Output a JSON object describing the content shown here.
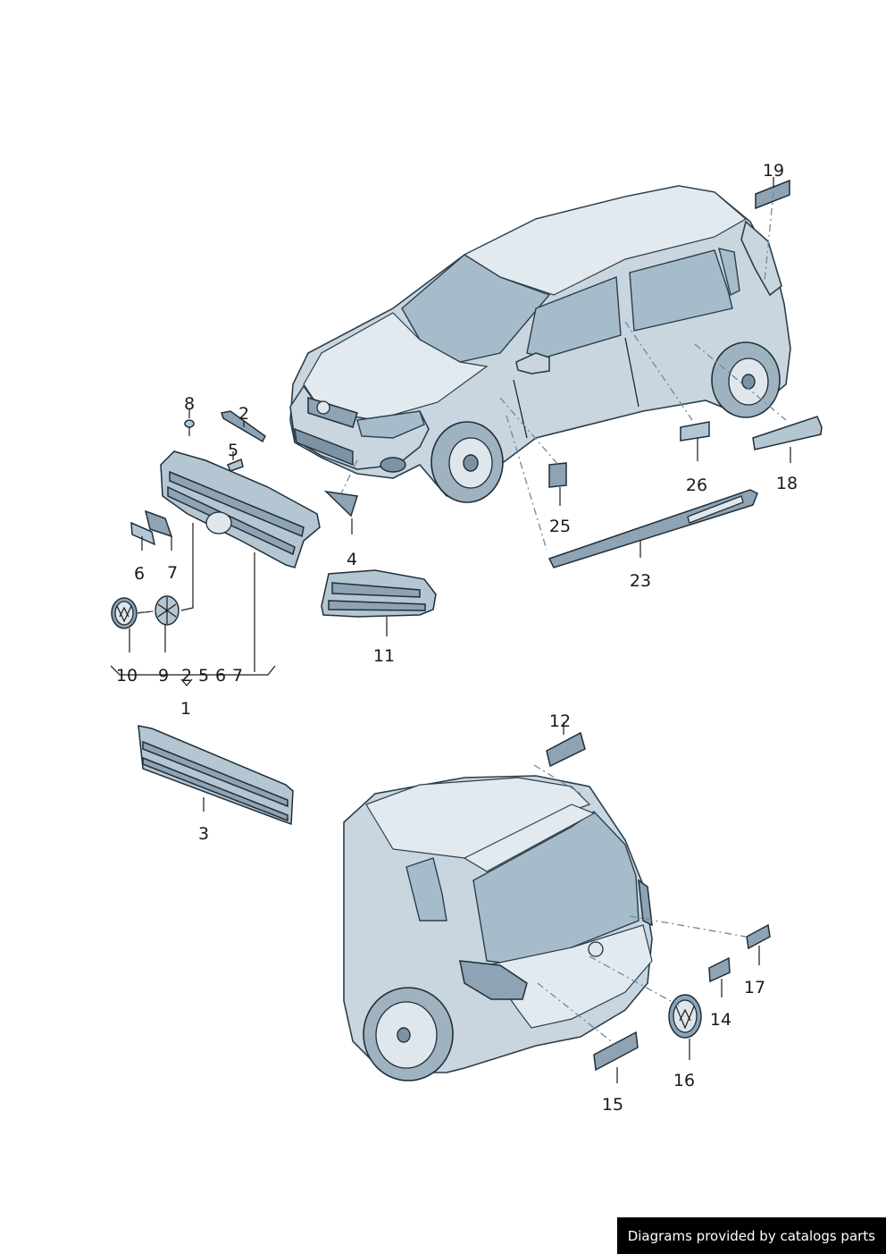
{
  "footer": {
    "text": "Diagrams provided by catalogs parts"
  },
  "callouts": {
    "c1": "1",
    "c2": "2",
    "c3": "3",
    "c4": "4",
    "c5": "5",
    "c6": "6",
    "c7": "7",
    "c8": "8",
    "c9": "9",
    "c10": "10",
    "c11": "11",
    "c12": "12",
    "c14": "14",
    "c15": "15",
    "c16": "16",
    "c17": "17",
    "c18": "18",
    "c19": "19",
    "c23": "23",
    "c25": "25",
    "c26": "26"
  },
  "group_bracket": {
    "b10": "10",
    "b9": "9",
    "b2": "2",
    "b5": "5",
    "b6": "6",
    "b7": "7"
  },
  "colors": {
    "body": "#c9d6df",
    "glass": "#a7bccb",
    "outline": "#1f2e3a",
    "leader": "#1a1a1a",
    "dash": "#6a8aa0"
  }
}
